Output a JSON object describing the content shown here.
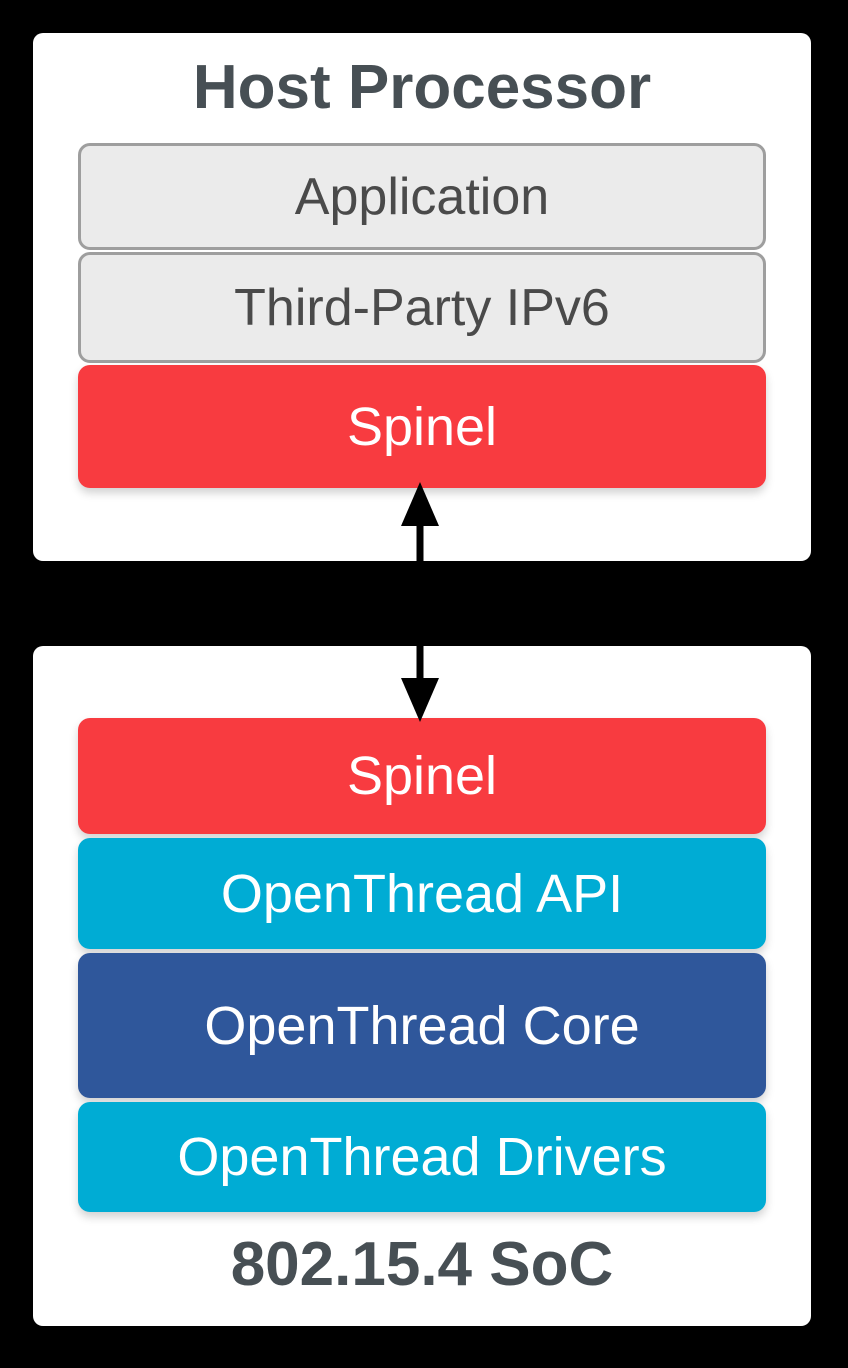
{
  "diagram": {
    "host": {
      "title": "Host Processor",
      "layers": [
        {
          "id": "application",
          "label": "Application"
        },
        {
          "id": "third-party-ipv6",
          "label": "Third-Party IPv6"
        },
        {
          "id": "spinel",
          "label": "Spinel"
        }
      ]
    },
    "soc": {
      "title": "802.15.4 SoC",
      "layers": [
        {
          "id": "spinel",
          "label": "Spinel"
        },
        {
          "id": "openthread-api",
          "label": "OpenThread API"
        },
        {
          "id": "openthread-core",
          "label": "OpenThread Core"
        },
        {
          "id": "openthread-drivers",
          "label": "OpenThread Drivers"
        }
      ]
    },
    "connector": {
      "icon": "double-headed-vertical-arrow"
    }
  },
  "colors": {
    "background": "#000000",
    "card": "#ffffff",
    "layer_gray_fill": "#ebebeb",
    "layer_gray_border": "#9e9e9e",
    "spinel_red": "#f83b40",
    "openthread_cyan": "#00acd4",
    "openthread_core_blue": "#2f579b",
    "title_text": "#474f54",
    "gray_layer_text": "#4a4a4a",
    "white_text": "#ffffff",
    "arrow": "#000000"
  }
}
